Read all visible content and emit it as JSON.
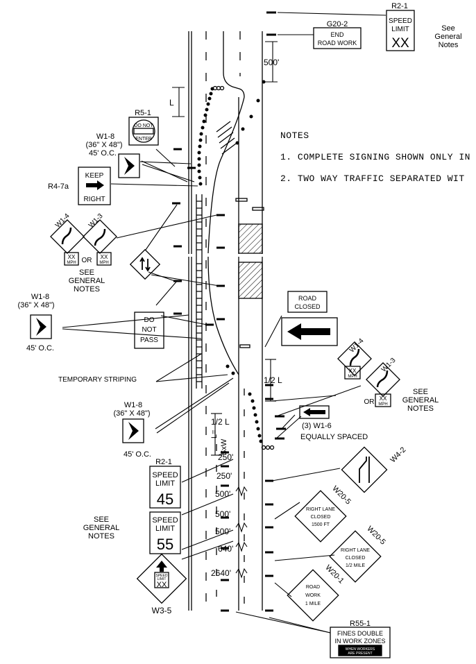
{
  "signs": {
    "r2_1_top": {
      "code": "R2-1",
      "l1": "SPEED",
      "l2": "LIMIT",
      "l3": "XX"
    },
    "see_top": {
      "l1": "See",
      "l2": "General",
      "l3": "Notes"
    },
    "g20_2": {
      "code": "G20-2",
      "l1": "END",
      "l2": "ROAD WORK"
    },
    "r5_1": {
      "code": "R5-1",
      "l1": "DO NOT",
      "l2": "ENTER"
    },
    "w1_8_top": {
      "code": "W1-8",
      "size": "(36\" X 48\")",
      "oc": "45' O.C."
    },
    "r4_7a": {
      "code": "R4-7a",
      "l1": "KEEP",
      "l2": "RIGHT"
    },
    "w1_4_top": {
      "code": "W1-4"
    },
    "w1_3_top": {
      "code": "W1-3"
    },
    "xx_mph_top": {
      "l1": "XX",
      "l2": "MPH",
      "or": "OR"
    },
    "see_left1": {
      "l1": "SEE",
      "l2": "GENERAL",
      "l3": "NOTES"
    },
    "w1_8_mid": {
      "code": "W1-8",
      "size": "(36\" X 48\")",
      "oc": "45' O.C."
    },
    "do_not_pass": {
      "l1": "DO",
      "l2": "NOT",
      "l3": "PASS"
    },
    "road_closed": {
      "l1": "ROAD",
      "l2": "CLOSED"
    },
    "temp_striping": "TEMPORARY STRIPING",
    "w1_4_right": {
      "code": "W1-4",
      "l1": "XX",
      "l2": "MPH"
    },
    "w1_3_right": {
      "code": "W1-3",
      "l1": "XX",
      "l2": "MPH",
      "or": "OR"
    },
    "see_right": {
      "l1": "SEE",
      "l2": "GENERAL",
      "l3": "NOTES"
    },
    "w1_8_low": {
      "code": "W1-8",
      "size": "(36\" X 48\")",
      "oc": "45' O.C."
    },
    "w1_6": {
      "l1": "(3) W1-6",
      "l2": "EQUALLY SPACED"
    },
    "r2_1_low": {
      "code": "R2-1",
      "l1": "SPEED",
      "l2": "LIMIT",
      "v45": "45"
    },
    "r2_1_55": {
      "l1": "SPEED",
      "l2": "LIMIT",
      "v55": "55"
    },
    "see_left2": {
      "l1": "SEE",
      "l2": "GENERAL",
      "l3": "NOTES"
    },
    "w3_5": {
      "code": "W3-5",
      "l1": "SPEED",
      "l2": "LIMIT",
      "l3": "XX"
    },
    "w4_2": {
      "code": "W4-2"
    },
    "w20_5_a": {
      "code": "W20-5",
      "l1": "RIGHT LANE",
      "l2": "CLOSED",
      "l3": "1500 FT"
    },
    "w20_5_b": {
      "code": "W20-5",
      "l1": "RIGHT LANE",
      "l2": "CLOSED",
      "l3": "1/2 MILE"
    },
    "w20_1": {
      "code": "W20-1",
      "l1": "ROAD",
      "l2": "WORK",
      "l3": "1 MILE"
    },
    "r55_1": {
      "code": "R55-1",
      "l1": "FINES DOUBLE",
      "l2": "IN WORK ZONES",
      "l3": "WHEN WORKERS",
      "l4": "ARE PRESENT"
    }
  },
  "dims": {
    "d500_top": "500'",
    "L": "L",
    "half_L_right": "1/2 L",
    "half_L_left": "1/2 L",
    "lsxw1": "L=",
    "lsxw2": "SxW",
    "d250a": "250'",
    "d250b": "250'",
    "d500a": "500'",
    "d500b": "500'",
    "d500c": "500'",
    "d640": "640'",
    "d2640": "2640'"
  },
  "notes": {
    "title": "NOTES",
    "n1": "1. COMPLETE SIGNING SHOWN ONLY IN",
    "n2": "2. TWO WAY TRAFFIC SEPARATED WIT"
  }
}
